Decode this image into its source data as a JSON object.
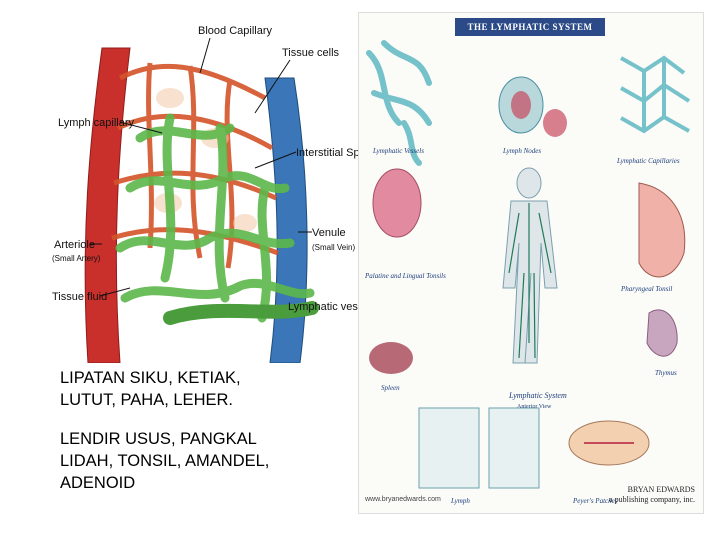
{
  "illustration": {
    "labels": {
      "blood_capillary": "Blood Capillary",
      "tissue_cells": "Tissue cells",
      "lymph_capillary": "Lymph capillary",
      "interstitial_spaces": "Interstitial Spaces",
      "venule": "Venule",
      "venule_sub": "(Small Vein)",
      "arteriole": "Arteriole",
      "arteriole_sub": "(Small Artery)",
      "tissue_fluid": "Tissue fluid",
      "lymphatic_vessel": "Lymphatic vessel"
    }
  },
  "poster": {
    "title": "THE LYMPHATIC SYSTEM",
    "sections": {
      "lymphatic_vessels": "Lymphatic Vessels",
      "lymph_nodes": "Lymph Nodes",
      "lymphatic_capillaries": "Lymphatic Capillaries",
      "palatine_lingual_tonsils": "Palatine and Lingual Tonsils",
      "pharyngeal_tonsil": "Pharyngeal Tonsil",
      "lymphatic_system_anterior": "Lymphatic System",
      "anterior_view": "Anterior View",
      "spleen": "Spleen",
      "thymus": "Thymus",
      "lymph": "Lymph",
      "peyers_patches": "Peyer's Patches"
    },
    "website": "www.bryanedwards.com",
    "publisher": "BRYAN EDWARDS",
    "publisher_sub": "a publishing company, inc."
  },
  "text": {
    "para1": "LIPATAN SIKU, KETIAK,\nLUTUT, PAHA, LEHER.",
    "para2": "LENDIR USUS, PANGKAL\nLIDAH, TONSIL, AMANDEL,\nADENOID"
  }
}
